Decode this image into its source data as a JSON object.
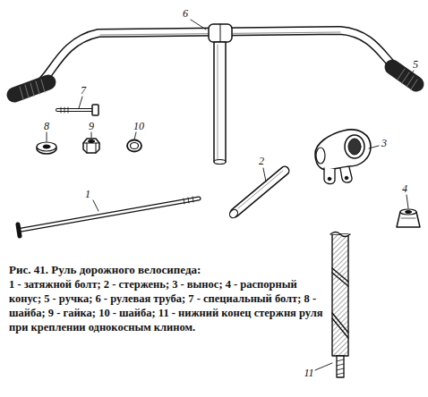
{
  "diagram": {
    "title": "Рис. 41. Руль дорожного велосипеда:",
    "caption": "1 - затяжной болт; 2 - стержень; 3 - вынос; 4 - распорный конус; 5 - ручка; 6 - рулевая труба; 7 - специальный болт; 8 - шайба; 9 - гайка; 10 - шайба; 11 - нижний конец стержня руля при креплении однокосным клином.",
    "labels": [
      "1",
      "2",
      "3",
      "4",
      "5",
      "6",
      "7",
      "8",
      "9",
      "10",
      "11"
    ]
  }
}
